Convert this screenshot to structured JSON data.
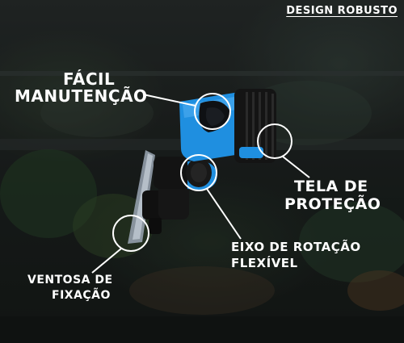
{
  "header": {
    "title": "DESIGN ROBUSTO"
  },
  "callouts": {
    "maintenance": {
      "line1": "FÁCIL",
      "line2": "MANUTENÇÃO"
    },
    "screen": {
      "line1": "TELA DE",
      "line2": "PROTEÇÃO"
    },
    "axis": {
      "line1": "EIXO DE ROTAÇÃO",
      "line2": "FLEXÍVEL"
    },
    "suction": {
      "line1": "VENTOSA DE",
      "line2": "FIXAÇÃO"
    }
  },
  "colors": {
    "pump_blue": "#1f8fe0",
    "pump_dark": "#141414",
    "callout_line": "#ffffff"
  },
  "icons": [
    "wave-pump-image",
    "suction-cup",
    "protection-grid"
  ]
}
